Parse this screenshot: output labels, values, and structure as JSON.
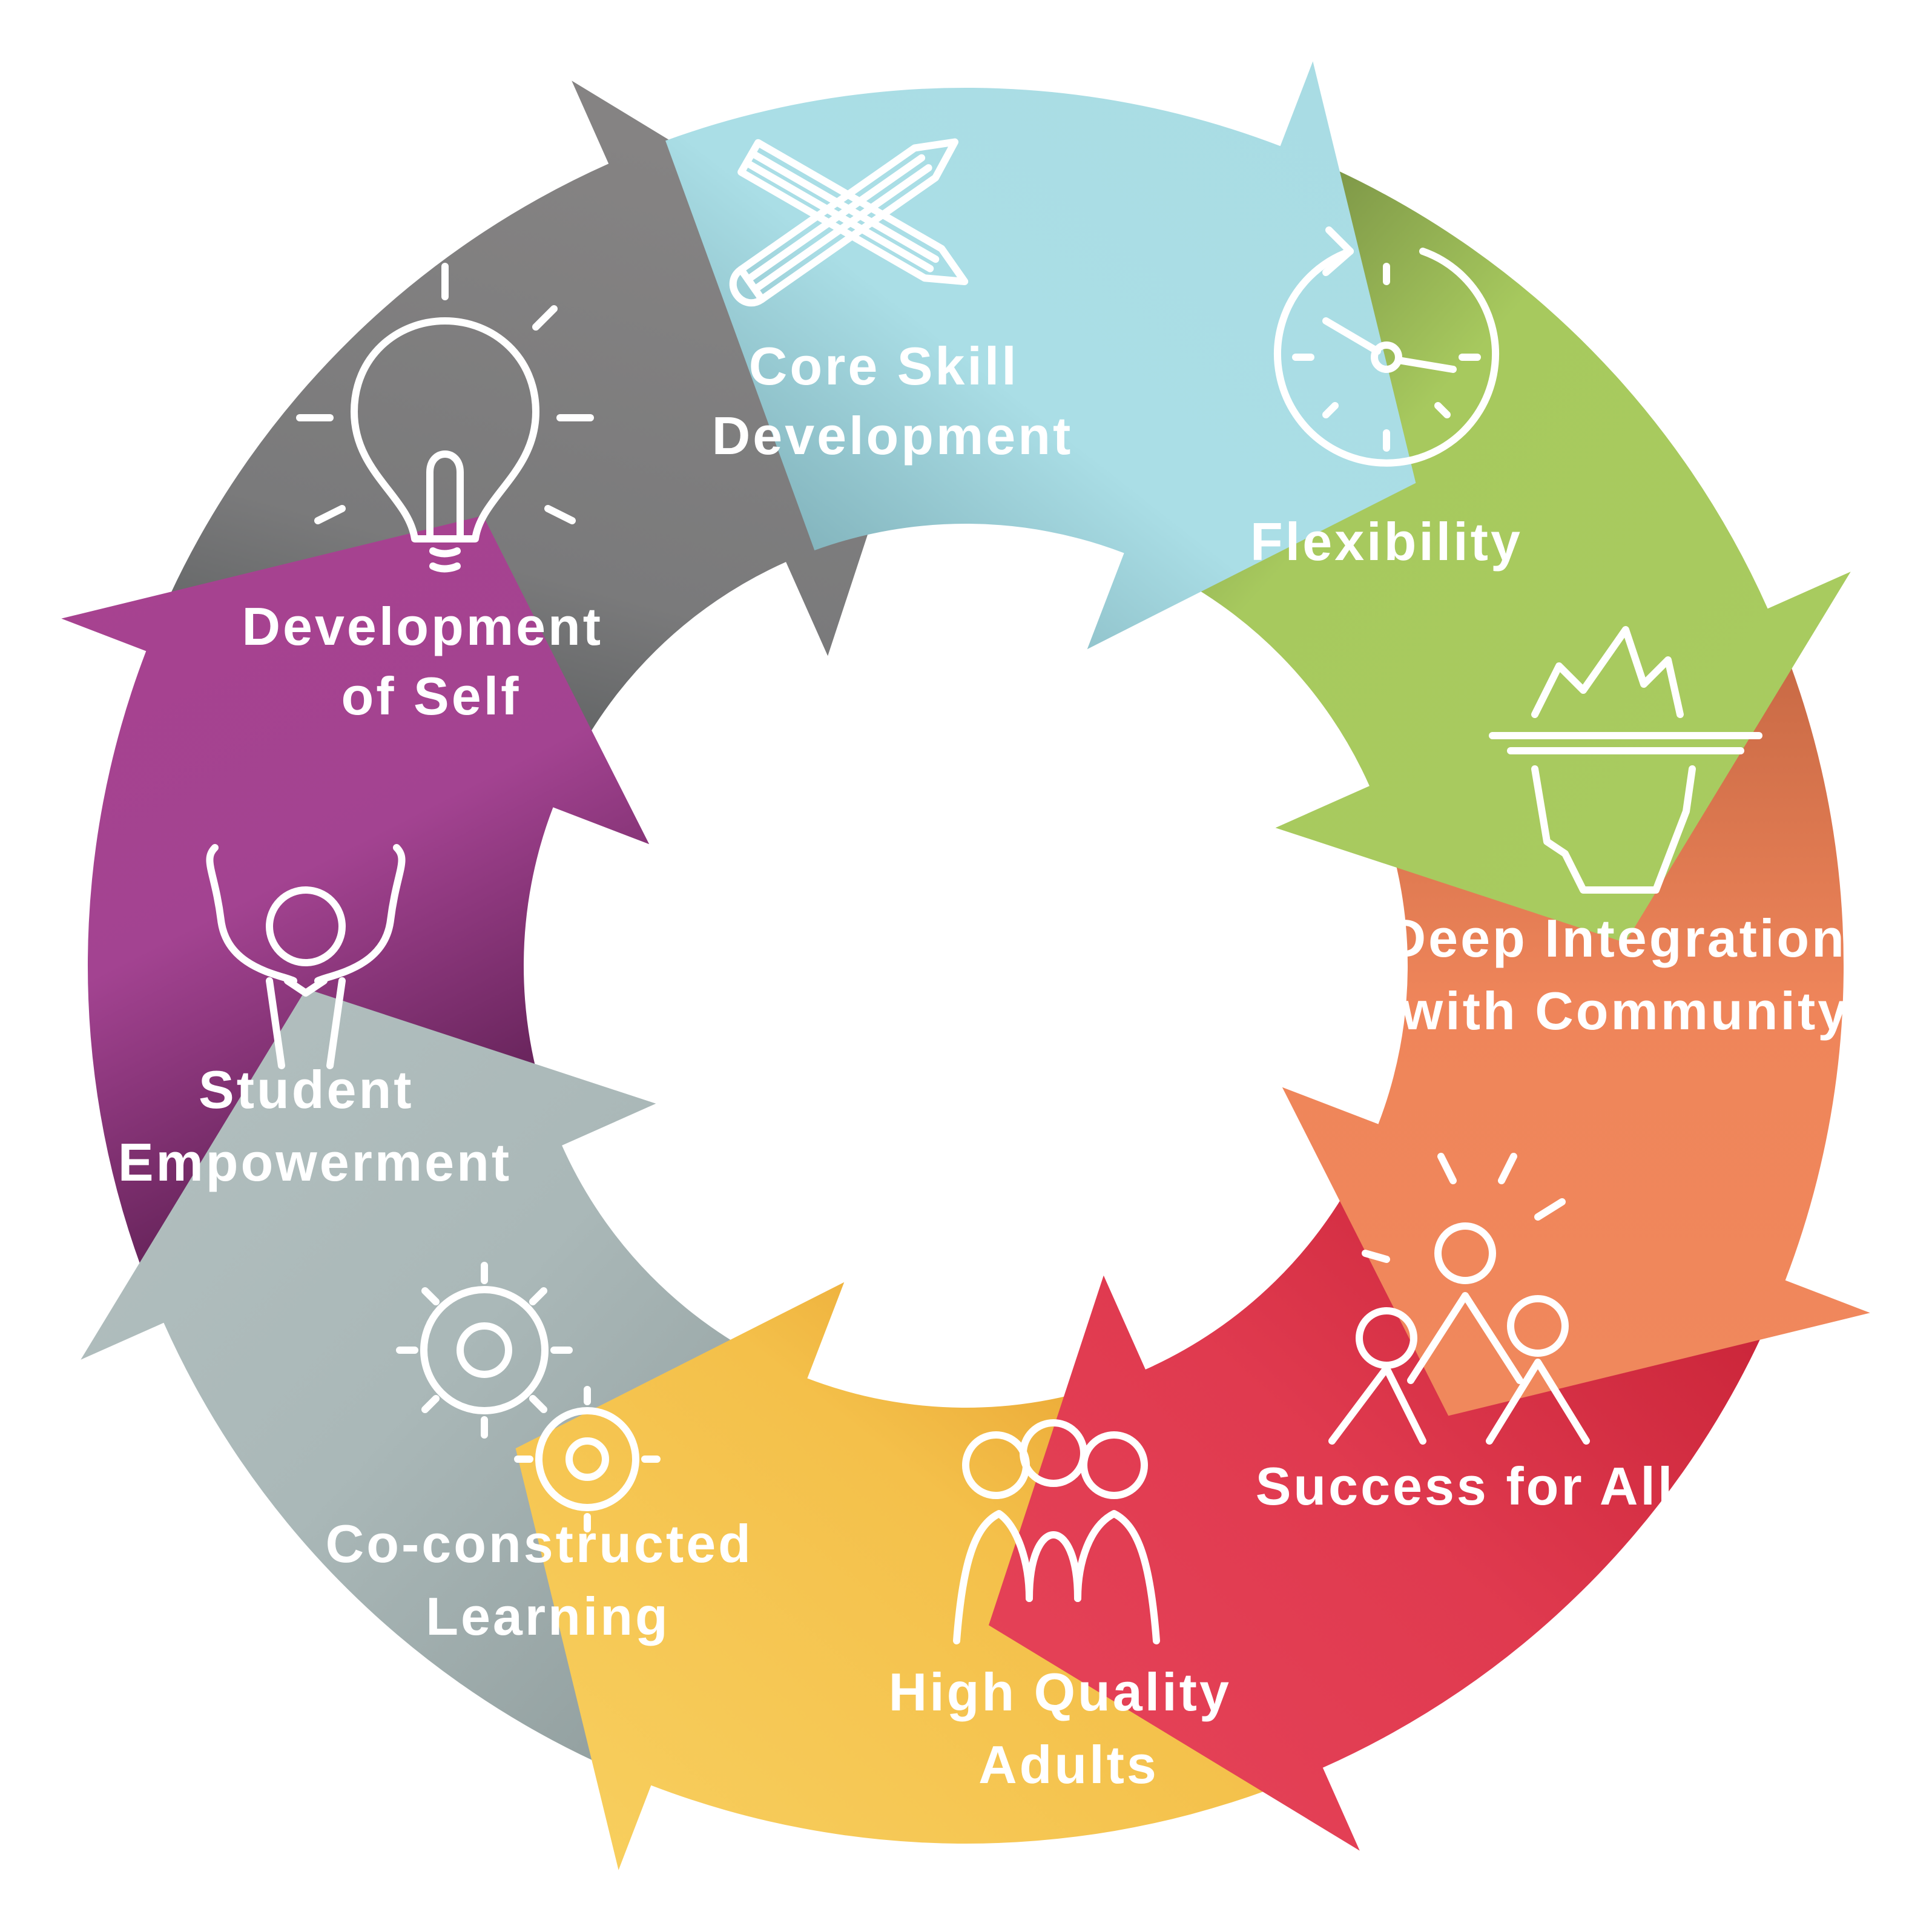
{
  "diagram": {
    "segments": [
      {
        "id": "core-skill",
        "label": [
          "Core Skill",
          "Development"
        ],
        "color": "#a9dce3",
        "icon": "pencil-icon"
      },
      {
        "id": "flexibility",
        "label": [
          "Flexibility"
        ],
        "color": "#a7c95e",
        "icon": "clock-icon"
      },
      {
        "id": "community",
        "label": [
          "Deep Integration",
          "with Community"
        ],
        "color": "#ef855a",
        "icon": "iceberg-icon"
      },
      {
        "id": "success",
        "label": [
          "Success for All"
        ],
        "color": "#e03a4f",
        "icon": "people-cheering-icon"
      },
      {
        "id": "adults",
        "label": [
          "High Quality",
          "Adults"
        ],
        "color": "#f8cf55",
        "icon": "group-people-icon"
      },
      {
        "id": "colearning",
        "label": [
          "Co-constructed",
          "Learning"
        ],
        "color": "#aab8b8",
        "icon": "gears-icon"
      },
      {
        "id": "empowerment",
        "label": [
          "Student",
          "Empowerment"
        ],
        "color": "#a8428f",
        "icon": "raised-arms-person-icon"
      },
      {
        "id": "self",
        "label": [
          "Development",
          "of Self"
        ],
        "color": "#858383",
        "icon": "lightbulb-icon"
      }
    ]
  }
}
